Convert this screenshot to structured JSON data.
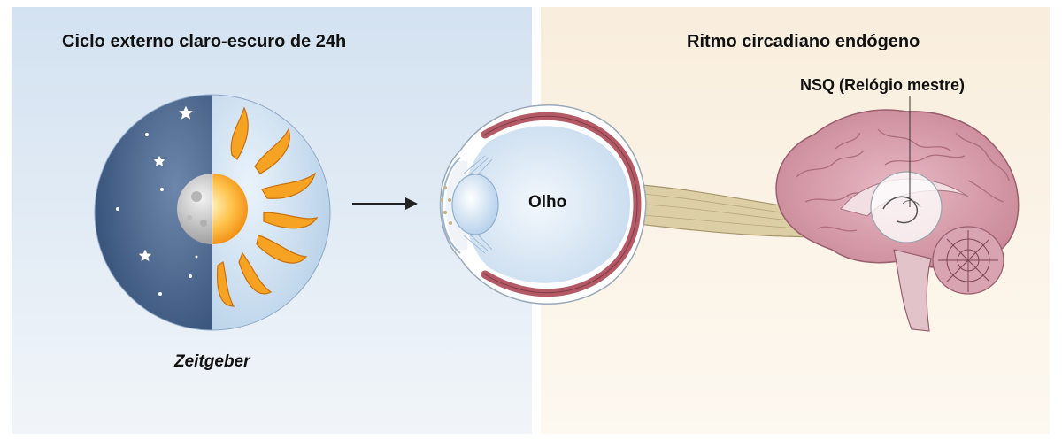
{
  "panels": {
    "left_title": "Ciclo externo claro-escuro de 24h",
    "right_title": "Ritmo circadiano endógeno"
  },
  "labels": {
    "zeitgeber": "Zeitgeber",
    "eye": "Olho",
    "scn": "NSQ (Relógio mestre)"
  },
  "colors": {
    "left_panel_bg": "#dde8f3",
    "right_panel_bg": "#fbf0e0",
    "night_blue": "#3f5c84",
    "day_blue": "#b9d3ea",
    "sun_orange": "#f39a1d",
    "brain_pink": "#d39aa8",
    "eye_rim": "#b45a66"
  },
  "icons": {
    "sun": "sun-icon",
    "moon": "moon-icon",
    "star": "star-icon",
    "eye": "eye-illustration",
    "brain": "brain-illustration",
    "arrow": "arrow-right-icon"
  }
}
